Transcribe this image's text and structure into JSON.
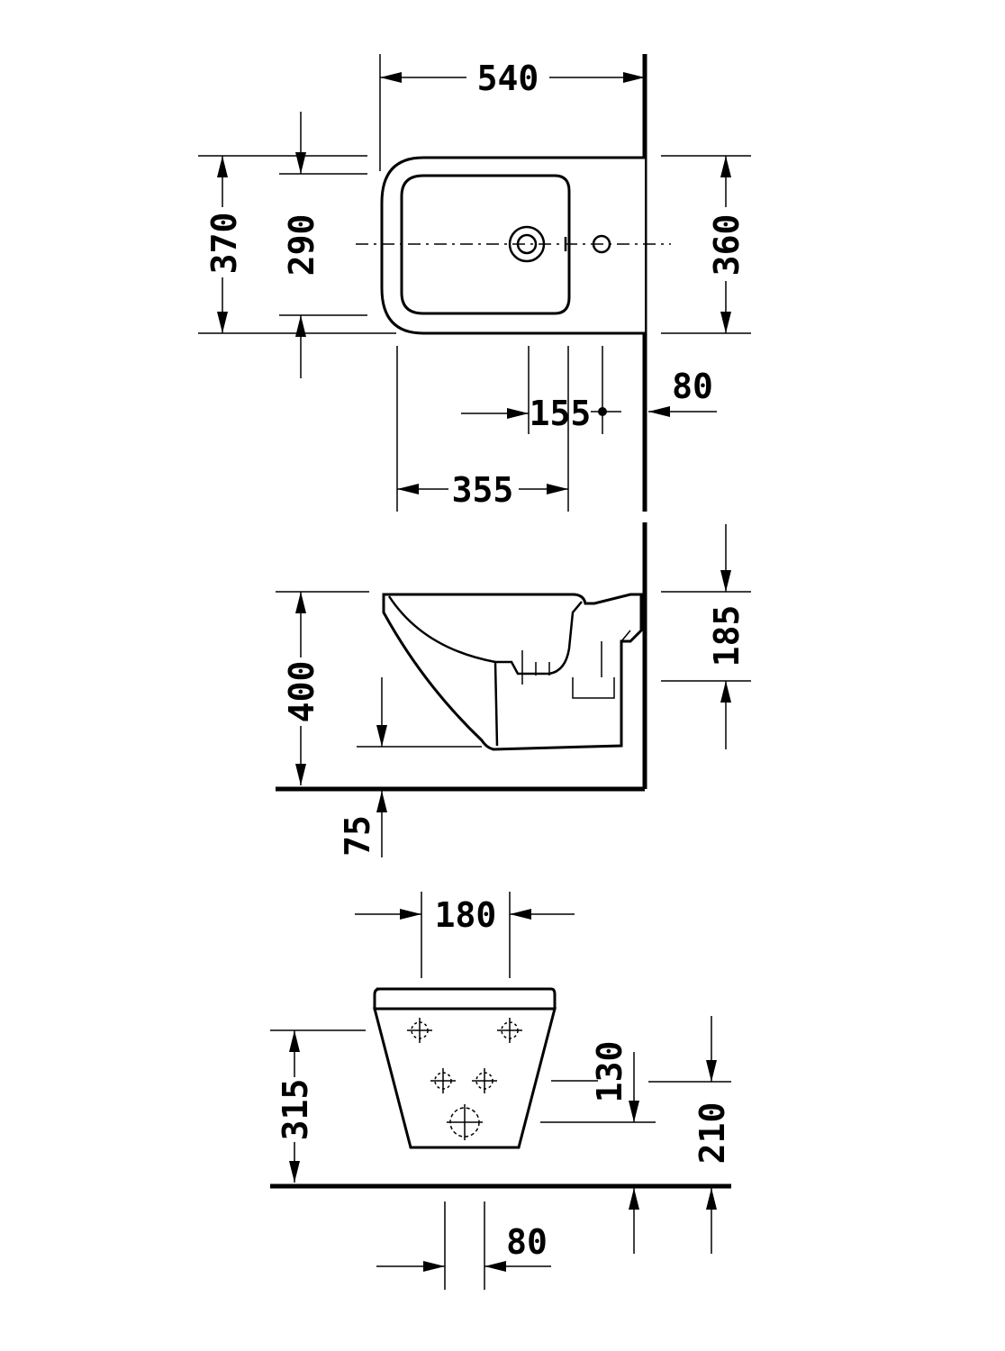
{
  "top_view": {
    "width_540": "540",
    "depth_370": "370",
    "bowl_290": "290",
    "depth_360": "360",
    "offset_80": "80",
    "hole_155": "155",
    "center_355": "355"
  },
  "side_view": {
    "height_400": "400",
    "height_185": "185",
    "base_75": "75"
  },
  "front_view": {
    "width_180": "180",
    "height_315": "315",
    "height_130": "130",
    "height_210": "210",
    "drain_80": "80"
  }
}
